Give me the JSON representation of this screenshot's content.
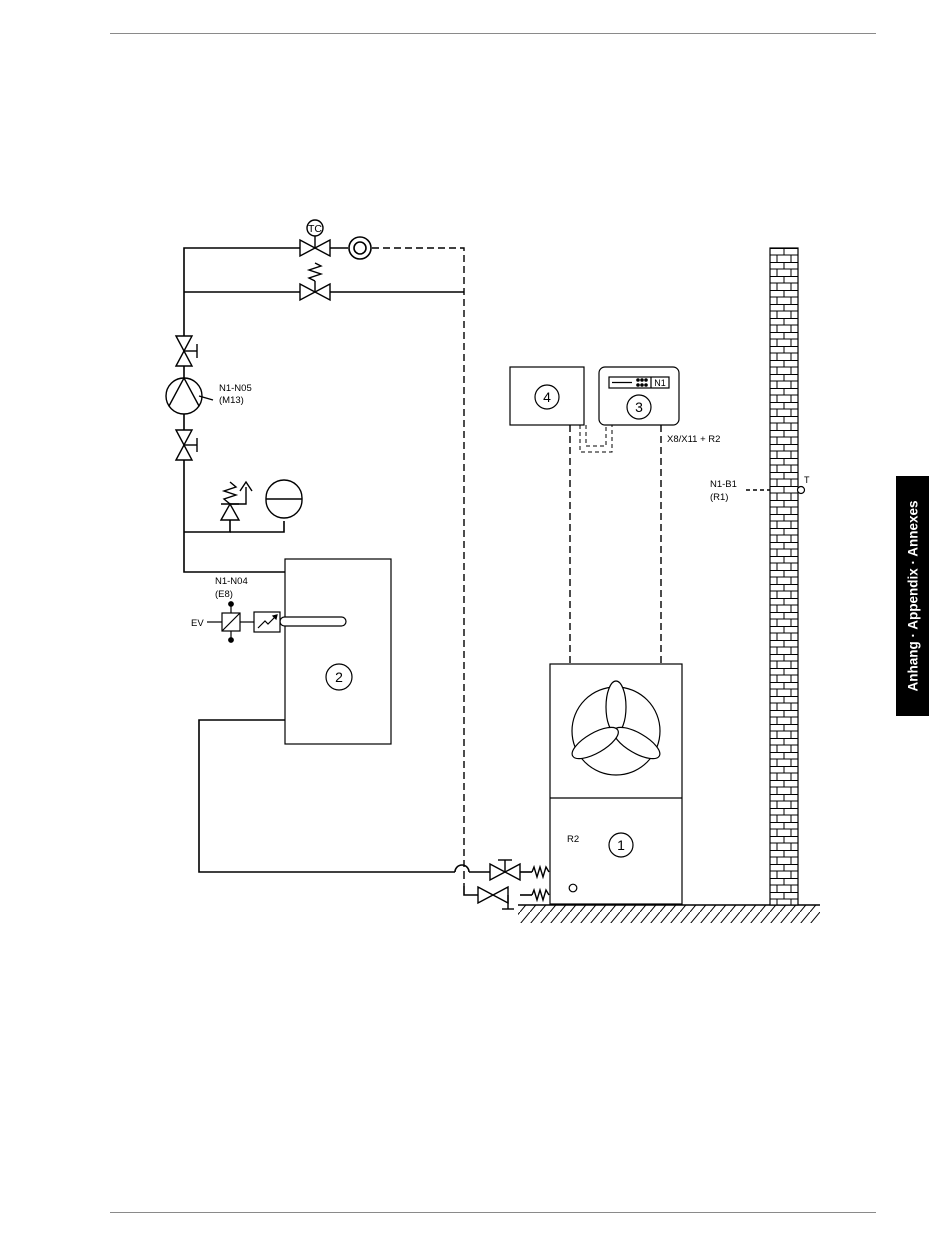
{
  "side_tab": {
    "text": "Anhang · Appendix · Annexes"
  },
  "diagram": {
    "components": {
      "heat_pump": "1",
      "buffer_tank": "2",
      "controller": "3",
      "box_4": "4"
    },
    "labels": {
      "tc": "TC",
      "pump_id": "N1-N05",
      "pump_sub": "(M13)",
      "heater_id": "N1-N04",
      "heater_sub": "(E8)",
      "ev": "EV",
      "controller_display": "N1",
      "cable": "X8/X11 + R2",
      "sensor_id": "N1-B1",
      "sensor_sub": "(R1)",
      "sensor_t": "T",
      "r2": "R2"
    }
  }
}
